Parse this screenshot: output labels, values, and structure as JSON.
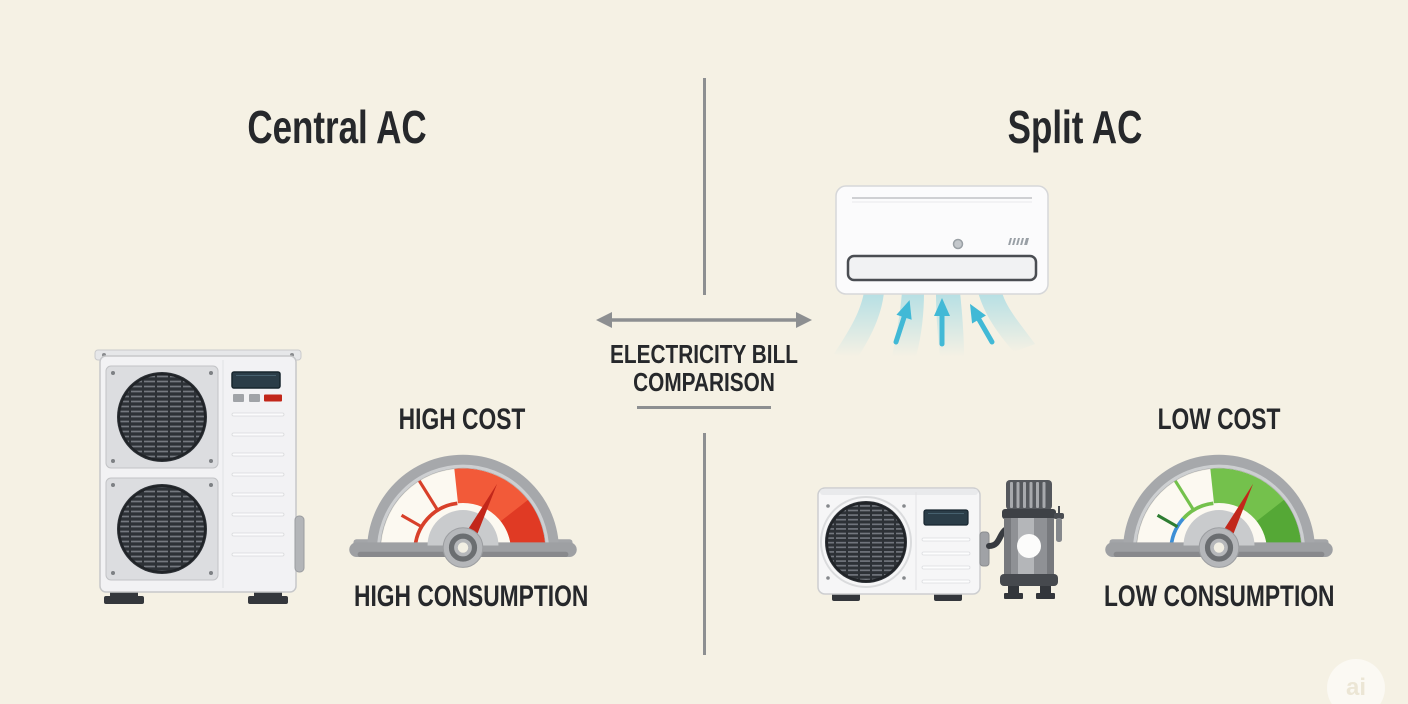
{
  "colors": {
    "background": "#f5f1e4",
    "ink": "#26282b",
    "line_gray": "#8d8f91",
    "red_light": "#f25a39",
    "red_dark": "#e03a24",
    "red_tick": "#d8402a",
    "green_light": "#74c14c",
    "green_dark": "#55a836",
    "green_tick_dark": "#2e7d32",
    "blue_arc": "#3d8fd6",
    "cyan_air": "#41b9d6",
    "needle_red": "#c2271a"
  },
  "left_panel": {
    "title": "Central AC",
    "gauge_top_label": "HIGH COST",
    "gauge_bottom_label": "HIGH CONSUMPTION"
  },
  "center": {
    "label_line1": "ELECTRICITY BILL",
    "label_line2": "COMPARISON"
  },
  "right_panel": {
    "title": "Split AC",
    "gauge_top_label": "LOW COST",
    "gauge_bottom_label": "LOW CONSUMPTION"
  },
  "watermark": {
    "label": "ai"
  }
}
